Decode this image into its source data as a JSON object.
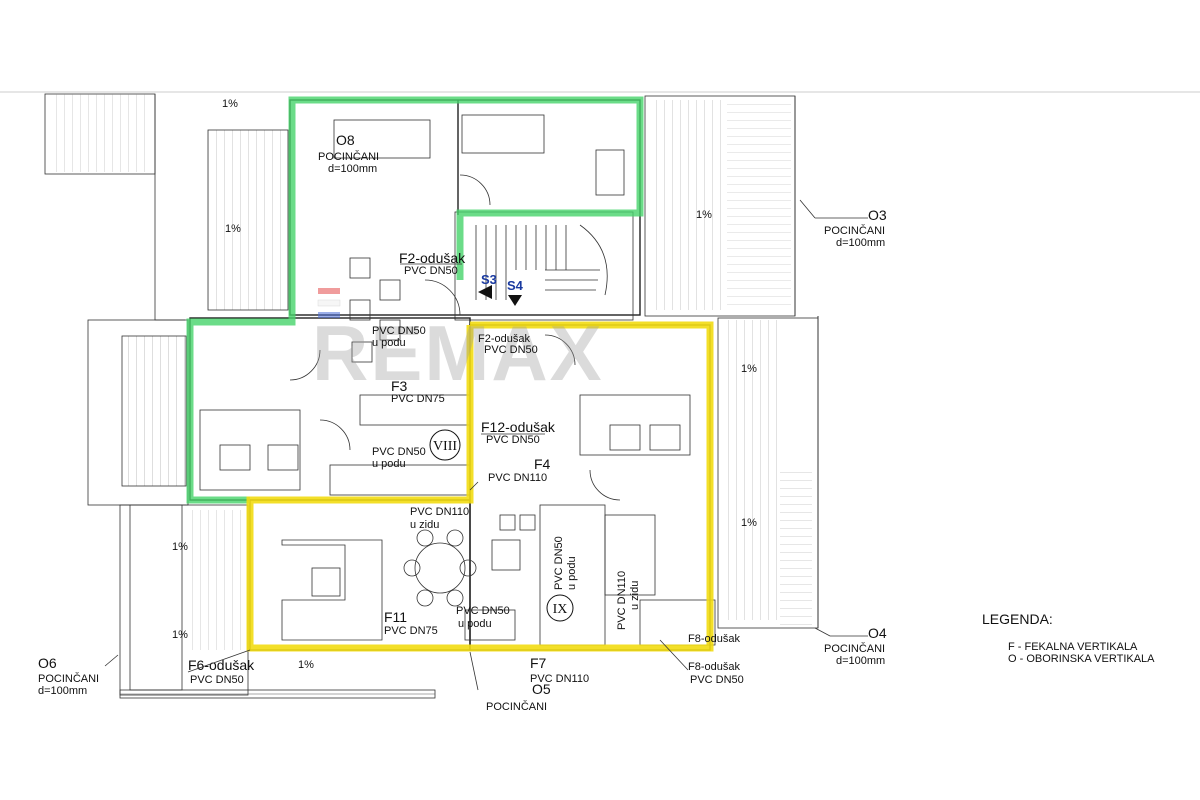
{
  "watermark": {
    "text": "REMAX"
  },
  "legend": {
    "title": "LEGENDA:",
    "items": [
      "F - FEKALNA VERTIKALA",
      "O - OBORINSKA VERTIKALA"
    ]
  },
  "percent": "1%",
  "labels": {
    "o8_code": "O8",
    "o8_mat": "POCINČANI",
    "o8_dim": "d=100mm",
    "o3_code": "O3",
    "o3_mat": "POCINČANI",
    "o3_dim": "d=100mm",
    "o4_code": "O4",
    "o4_mat": "POCINČANI",
    "o4_dim": "d=100mm",
    "o6_code": "O6",
    "o6_mat": "POCINČANI",
    "o6_dim": "d=100mm",
    "o5_code": "O5",
    "o5_mat": "POCINČANI",
    "f2_name": "F2-odušak",
    "f2_pipe": "PVC DN50",
    "pvc_dn50_a": "PVC DN50",
    "u_podu_a": "u podu",
    "f2b_name": "F2-odušak",
    "f2b_pipe": "PVC DN50",
    "f3_name": "F3",
    "f3_pipe": "PVC DN75",
    "f12_name": "F12-odušak",
    "f12_pipe": "PVC DN50",
    "pvc_dn50_b": "PVC DN50",
    "u_podu_b": "u podu",
    "f4_name": "F4",
    "f4_pipe": "PVC DN110",
    "pvc_dn110_zid": "PVC DN110",
    "u_zidu_a": "u zidu",
    "pvc_dn50_v": "PVC DN50",
    "u_podu_v": "u podu",
    "pvc_dn110_v": "PVC DN110",
    "u_zidu_v": "u zidu",
    "f11_name": "F11",
    "f11_pipe": "PVC DN75",
    "pvc_dn50_c": "PVC DN50",
    "u_podu_c": "u podu",
    "f6_name": "F6-odušak",
    "f6_pipe": "PVC DN50",
    "f7_name": "F7",
    "f7_pipe": "PVC DN110",
    "f8a_name": "F8-odušak",
    "f8b_name": "F8-odušak",
    "f8_pipe": "PVC DN50",
    "s3": "S3",
    "s4": "S4",
    "viii": "VIII",
    "ix": "IX"
  }
}
